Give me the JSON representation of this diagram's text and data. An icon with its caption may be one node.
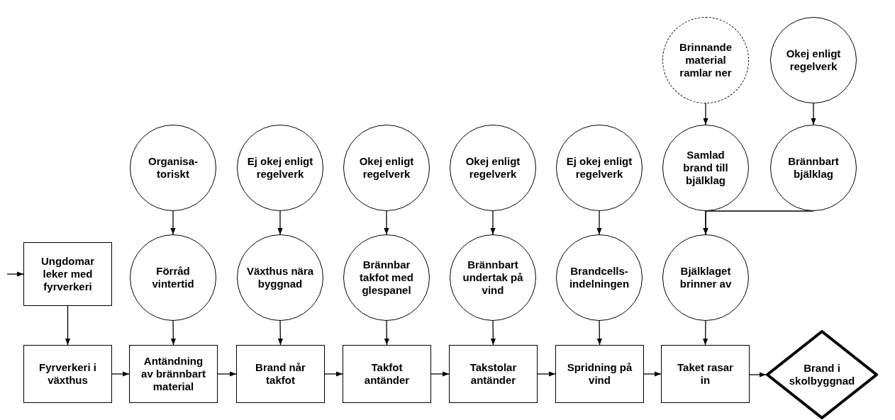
{
  "diagram": {
    "nodes": [
      {
        "text": [
          "Brinnande material ramlar ner"
        ]
      },
      {
        "text": [
          "Okej enligt regelverk"
        ]
      },
      {
        "text": [
          "Organisa-toriskt"
        ]
      },
      {
        "text": [
          "Ej okej enligt regelverk"
        ]
      },
      {
        "text": [
          "Okej enligt regelverk"
        ]
      },
      {
        "text": [
          "Okej enligt regelverk"
        ]
      },
      {
        "text": [
          "Ej okej enligt regelverk"
        ]
      },
      {
        "text": [
          "Samlad brand till bjälklag"
        ]
      },
      {
        "text": [
          "Brännbart bjälklag"
        ]
      },
      {
        "text": [
          "Ungdomar leker med fyrverkeri"
        ]
      },
      {
        "text": [
          "Förråd vintertid"
        ]
      },
      {
        "text": [
          "Växthus nära byggnad"
        ]
      },
      {
        "text": [
          "Brännbar takfot med glespanel"
        ]
      },
      {
        "text": [
          "Brännbart undertak på vind"
        ]
      },
      {
        "text": [
          "Brandcells-indelningen"
        ]
      },
      {
        "text": [
          "Bjälklaget brinner av"
        ]
      },
      {
        "text": [
          "Fyrverkeri i växthus"
        ]
      },
      {
        "text": [
          "Antändning av brännbart material"
        ]
      },
      {
        "text": [
          "Brand når takfot"
        ]
      },
      {
        "text": [
          "Takfot antänder"
        ]
      },
      {
        "text": [
          "Takstolar antänder"
        ]
      },
      {
        "text": [
          "Spridning på vind"
        ]
      },
      {
        "text": [
          "Taket rasar in"
        ]
      },
      {
        "text": [
          "Brand i skolbyggnad"
        ]
      }
    ],
    "edges": [
      {
        "from": 0,
        "to": 7,
        "arrow": "to"
      },
      {
        "from": 1,
        "to": 8,
        "arrow": "to"
      },
      {
        "from": 2,
        "to": 10,
        "arrow": "to"
      },
      {
        "from": 3,
        "to": 11,
        "arrow": "to"
      },
      {
        "from": 4,
        "to": 12,
        "arrow": "to"
      },
      {
        "from": 5,
        "to": 13,
        "arrow": "to"
      },
      {
        "from": 6,
        "to": 14,
        "arrow": "to"
      },
      {
        "from": 7,
        "to": 15,
        "arrow": "to"
      },
      {
        "from": 8,
        "to": 15,
        "arrow": "to"
      },
      {
        "from": null,
        "to": 9,
        "arrow": "to"
      },
      {
        "from": 9,
        "to": 16,
        "arrow": "to"
      },
      {
        "from": 10,
        "to": 17,
        "arrow": "to"
      },
      {
        "from": 11,
        "to": 18,
        "arrow": "to"
      },
      {
        "from": 12,
        "to": 19,
        "arrow": "to"
      },
      {
        "from": 13,
        "to": 20,
        "arrow": "to"
      },
      {
        "from": 14,
        "to": 21,
        "arrow": "to"
      },
      {
        "from": 15,
        "to": 22,
        "arrow": "to"
      },
      {
        "from": 16,
        "to": 17,
        "arrow": "to"
      },
      {
        "from": 17,
        "to": 18,
        "arrow": "to"
      },
      {
        "from": 18,
        "to": 19,
        "arrow": "to"
      },
      {
        "from": 19,
        "to": 20,
        "arrow": "to"
      },
      {
        "from": 20,
        "to": 21,
        "arrow": "to"
      },
      {
        "from": 21,
        "to": 22,
        "arrow": "to"
      },
      {
        "from": 22,
        "to": 23,
        "arrow": "to"
      }
    ]
  }
}
